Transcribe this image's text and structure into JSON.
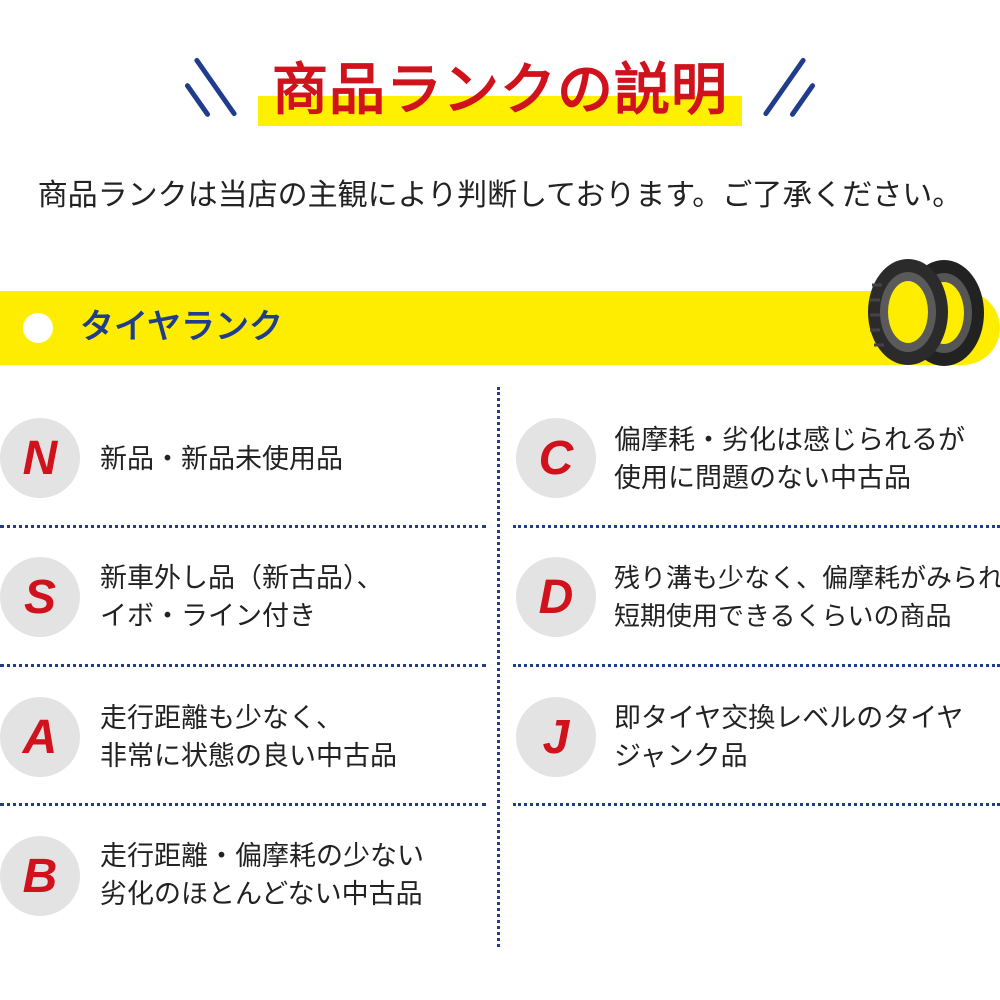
{
  "header": {
    "title": "商品ランクの説明",
    "subtitle": "商品ランクは当店の主観により判断しております。ご了承ください。"
  },
  "banner": {
    "label": "タイヤランク",
    "icon": "tire-icon"
  },
  "colors": {
    "accent_red": "#d0121c",
    "accent_blue": "#1f3d8c",
    "highlight_yellow": "#ffed00",
    "rank_circle": "#e3e3e3"
  },
  "ranks_left": [
    {
      "letter": "N",
      "line1": "新品・新品未使用品",
      "line2": ""
    },
    {
      "letter": "S",
      "line1": "新車外し品（新古品）、",
      "line2": "イボ・ライン付き"
    },
    {
      "letter": "A",
      "line1": "走行距離も少なく、",
      "line2": "非常に状態の良い中古品"
    },
    {
      "letter": "B",
      "line1": "走行距離・偏摩耗の少ない",
      "line2": "劣化のほとんどない中古品"
    }
  ],
  "ranks_right": [
    {
      "letter": "C",
      "line1": "偏摩耗・劣化は感じられるが",
      "line2": "使用に問題のない中古品"
    },
    {
      "letter": "D",
      "line1": "残り溝も少なく、偏摩耗がみられ",
      "line2": "短期使用できるくらいの商品"
    },
    {
      "letter": "J",
      "line1": "即タイヤ交換レベルのタイヤ",
      "line2": "ジャンク品"
    }
  ]
}
